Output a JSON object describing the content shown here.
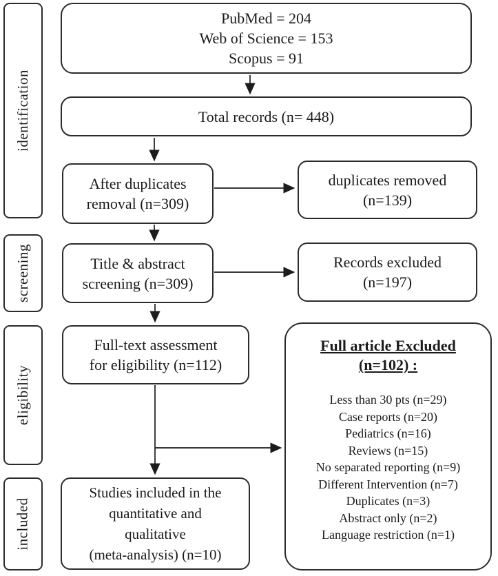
{
  "sidebar": {
    "stages": [
      {
        "label": "identification"
      },
      {
        "label": "screening"
      },
      {
        "label": "eligibility"
      },
      {
        "label": "included"
      }
    ]
  },
  "flow": {
    "sources": {
      "line1": "PubMed = 204",
      "line2": "Web of Science = 153",
      "line3": "Scopus = 91"
    },
    "total": {
      "line1": "Total records (n= 448)"
    },
    "dedup": {
      "line1": "After duplicates",
      "line2": "removal (n=309)"
    },
    "dup_removed": {
      "line1": "duplicates removed",
      "line2": "(n=139)"
    },
    "screening": {
      "line1": "Title & abstract",
      "line2": "screening (n=309)"
    },
    "records_excluded": {
      "line1": "Records excluded",
      "line2": "(n=197)"
    },
    "fulltext": {
      "line1": "Full-text assessment",
      "line2": "for eligibility (n=112)"
    },
    "included": {
      "line1": "Studies included in the",
      "line2": "quantitative and",
      "line3": "qualitative",
      "line4": "(meta-analysis) (n=10)"
    },
    "excluded_detail": {
      "title_line1": "Full article Excluded",
      "title_line2": "(n=102) :",
      "reasons": [
        "Less than 30 pts (n=29)",
        "Case reports (n=20)",
        "Pediatrics (n=16)",
        "Reviews (n=15)",
        "No separated reporting (n=9)",
        "Different Intervention (n=7)",
        "Duplicates (n=3)",
        "Abstract only (n=2)",
        "Language restriction (n=1)"
      ]
    }
  },
  "colors": {
    "border": "#2b2b2b",
    "text": "#1b1b1b",
    "background": "#ffffff"
  }
}
